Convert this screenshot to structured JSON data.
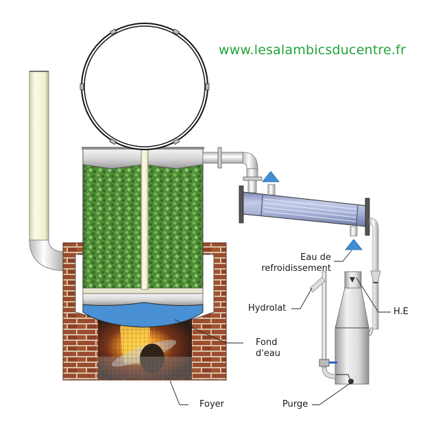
{
  "header": {
    "website_url": "www.lesalambicsducentre.fr",
    "url_color": "#22a33a"
  },
  "diagram": {
    "title": "Steam distillation alembic schematic",
    "components": {
      "lid": {
        "description": "round hinged lid with clamps"
      },
      "tank": {
        "description": "vat filled with plant material"
      },
      "chimney": {
        "description": "flue pipe"
      },
      "furnace_masonry": {
        "description": "brick furnace surround"
      },
      "condenser": {
        "description": "tubular condenser with flanges"
      },
      "essencier": {
        "description": "florentine separator flask"
      },
      "cooling_inlet": {
        "description": "cooling water arrow"
      },
      "cooling_outlet": {
        "description": "cooling water arrow"
      }
    },
    "labels": {
      "cooling_water_line1": "Eau de",
      "cooling_water_line2": "refroidissement",
      "hydrolat": "Hydrolat",
      "he": "H.E",
      "water_bottom_line1": "Fond",
      "water_bottom_line2": "d'eau",
      "foyer": "Foyer",
      "purge": "Purge"
    },
    "colors": {
      "water": "#4a90d4",
      "arrow_blue": "#3f8fd6",
      "brick": "#9a4a2e",
      "mortar": "#d9c7ae",
      "pipe_cream": "#f4f2d8",
      "metal": "#d0d0d0",
      "condenser_blue": "#8d9ccc",
      "plant_green": "#4f8a3a"
    }
  }
}
